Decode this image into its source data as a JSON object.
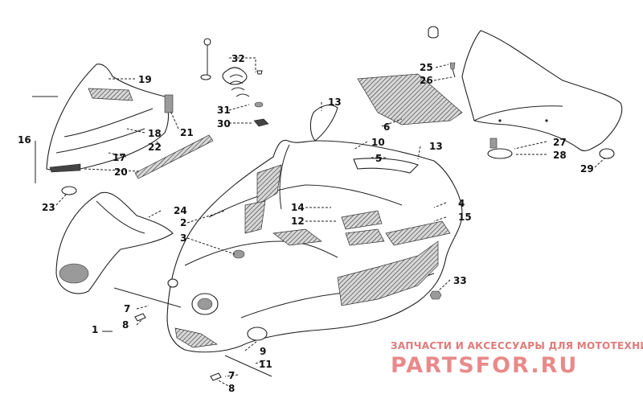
{
  "callouts": [
    {
      "id": "c1",
      "label": "1"
    },
    {
      "id": "c2",
      "label": "2"
    },
    {
      "id": "c3",
      "label": "3"
    },
    {
      "id": "c4",
      "label": "4"
    },
    {
      "id": "c5",
      "label": "5"
    },
    {
      "id": "c6",
      "label": "6"
    },
    {
      "id": "c7a",
      "label": "7"
    },
    {
      "id": "c7b",
      "label": "7"
    },
    {
      "id": "c8a",
      "label": "8"
    },
    {
      "id": "c8b",
      "label": "8"
    },
    {
      "id": "c9",
      "label": "9"
    },
    {
      "id": "c10",
      "label": "10"
    },
    {
      "id": "c11",
      "label": "11"
    },
    {
      "id": "c12",
      "label": "12"
    },
    {
      "id": "c13a",
      "label": "13"
    },
    {
      "id": "c13b",
      "label": "13"
    },
    {
      "id": "c14",
      "label": "14"
    },
    {
      "id": "c15",
      "label": "15"
    },
    {
      "id": "c16",
      "label": "16"
    },
    {
      "id": "c17",
      "label": "17"
    },
    {
      "id": "c18",
      "label": "18"
    },
    {
      "id": "c19",
      "label": "19"
    },
    {
      "id": "c20",
      "label": "20"
    },
    {
      "id": "c21",
      "label": "21"
    },
    {
      "id": "c22",
      "label": "22"
    },
    {
      "id": "c23",
      "label": "23"
    },
    {
      "id": "c24",
      "label": "24"
    },
    {
      "id": "c25",
      "label": "25"
    },
    {
      "id": "c26",
      "label": "26"
    },
    {
      "id": "c27",
      "label": "27"
    },
    {
      "id": "c28",
      "label": "28"
    },
    {
      "id": "c29",
      "label": "29"
    },
    {
      "id": "c30",
      "label": "30"
    },
    {
      "id": "c31",
      "label": "31"
    },
    {
      "id": "c32",
      "label": "32"
    },
    {
      "id": "c33",
      "label": "33"
    }
  ],
  "watermark": {
    "tagline": "ЗАПЧАСТИ И АКСЕССУАРЫ ДЛЯ МОТОТЕХНИКИ",
    "logo": "PARTSFOR.RU",
    "color": "#e07a7a"
  }
}
